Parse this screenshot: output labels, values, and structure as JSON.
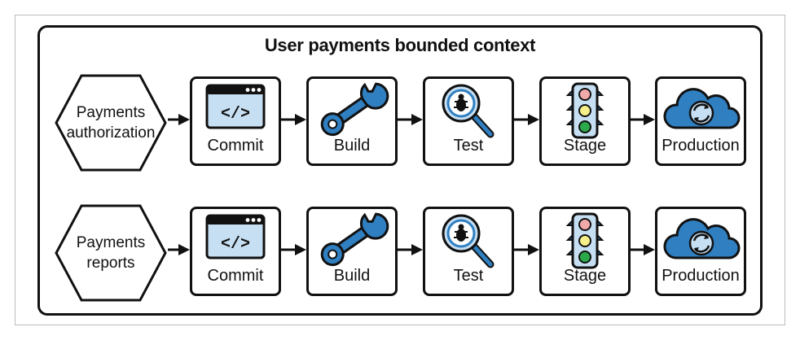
{
  "title": "User payments bounded context",
  "rows": [
    {
      "context": "Payments authorization",
      "context_lines": [
        "Payments",
        "authorization"
      ],
      "stages": [
        {
          "label": "Commit",
          "icon": "code-window-icon"
        },
        {
          "label": "Build",
          "icon": "wrench-icon"
        },
        {
          "label": "Test",
          "icon": "bug-magnifier-icon"
        },
        {
          "label": "Stage",
          "icon": "traffic-light-icon"
        },
        {
          "label": "Production",
          "icon": "cloud-sync-icon"
        }
      ]
    },
    {
      "context": "Payments reports",
      "context_lines": [
        "Payments",
        "reports"
      ],
      "stages": [
        {
          "label": "Commit",
          "icon": "code-window-icon"
        },
        {
          "label": "Build",
          "icon": "wrench-icon"
        },
        {
          "label": "Test",
          "icon": "bug-magnifier-icon"
        },
        {
          "label": "Stage",
          "icon": "traffic-light-icon"
        },
        {
          "label": "Production",
          "icon": "cloud-sync-icon"
        }
      ]
    }
  ],
  "colors": {
    "stroke": "#111111",
    "icon_blue": "#2f7fc1",
    "icon_light_blue": "#c7dff2",
    "light_red": "#f2a9a9",
    "light_yellow": "#f6f08a",
    "light_green": "#2ba84a"
  }
}
